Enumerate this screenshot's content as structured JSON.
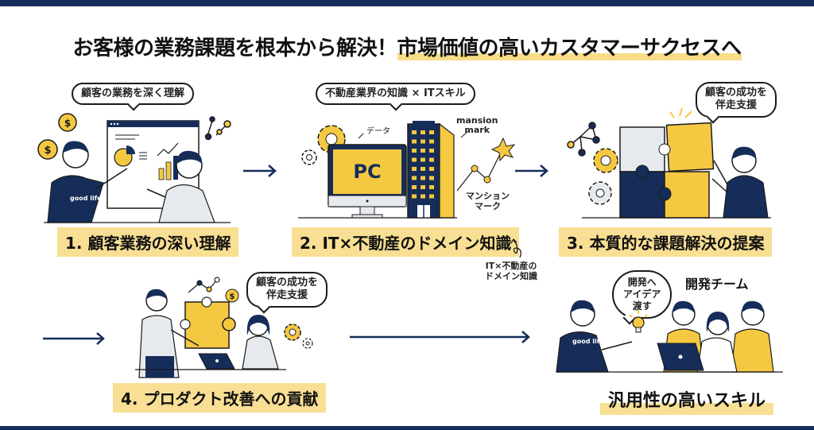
{
  "title": {
    "part1": "お客様の業務課題を根本から解決！",
    "part2": "市場価値の高いカスタマーサクセスへ"
  },
  "colors": {
    "navy": "#162d59",
    "yellow": "#f5c842",
    "label_bg": "#f8df93",
    "light_gray": "#e6e9ee"
  },
  "steps": [
    {
      "label": "1. 顧客業務の深い理解",
      "bubble": "顧客の業務を深く理解",
      "shirt_text": "good life"
    },
    {
      "label": "2. IT×不動産のドメイン知識",
      "bubble": "不動産業界の知識 × ITスキル",
      "screen_text": "PC",
      "annotation_data": "データ",
      "annotation_mansion_en": "mansion\nmark",
      "annotation_mansion_jp": "マンション\nマーク"
    },
    {
      "label": "3. 本質的な課題解決の提案",
      "bubble": "顧客の成功を\n伴走支援"
    },
    {
      "label": "4. プロダクト改善への貢献",
      "bubble": "顧客の成功を\n伴走支援"
    },
    {
      "label": "汎用性の高いスキル",
      "bubble": "開発へ\nアイデア\n渡す",
      "team_label": "開発チーム",
      "shirt_text": "good life"
    }
  ],
  "side_note": "IT×不動産の\nドメイン知識",
  "icons": [
    "coin-icon",
    "chart-icon",
    "gear-icon",
    "puzzle-icon",
    "lightbulb-icon",
    "building-icon",
    "monitor-icon",
    "laptop-icon",
    "network-icon",
    "arrow-right-icon"
  ]
}
